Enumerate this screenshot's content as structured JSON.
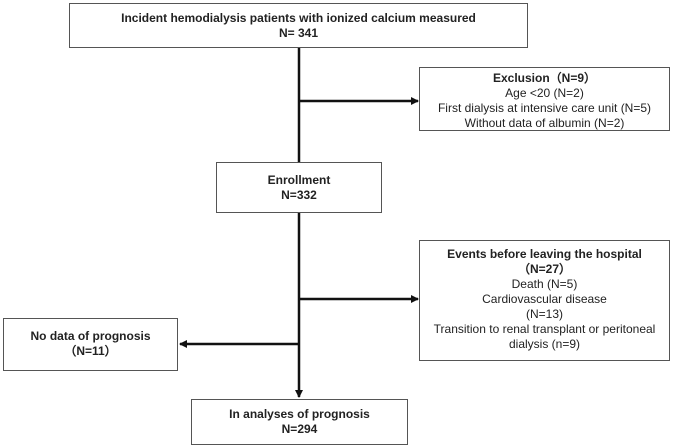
{
  "boxes": {
    "incident": {
      "line1": "Incident hemodialysis patients with ionized calcium measured",
      "line2": "N= 341"
    },
    "exclusion": {
      "title": "Exclusion（N=9）",
      "items": [
        "Age <20 (N=2)",
        "First dialysis at intensive care unit (N=5)",
        "Without data of albumin (N=2)"
      ]
    },
    "enrollment": {
      "line1": "Enrollment",
      "line2": "N=332"
    },
    "events": {
      "title_line1": "Events before leaving the hospital",
      "title_line2": "（N=27）",
      "items": [
        "Death (N=5)",
        "Cardiovascular disease",
        "(N=13)",
        "Transition to renal transplant or peritoneal",
        "dialysis (n=9)"
      ]
    },
    "no_data": {
      "line1": "No data of prognosis",
      "line2": "（N=11）"
    },
    "analysis": {
      "line1": "In analyses of prognosis",
      "line2": "N=294"
    }
  }
}
